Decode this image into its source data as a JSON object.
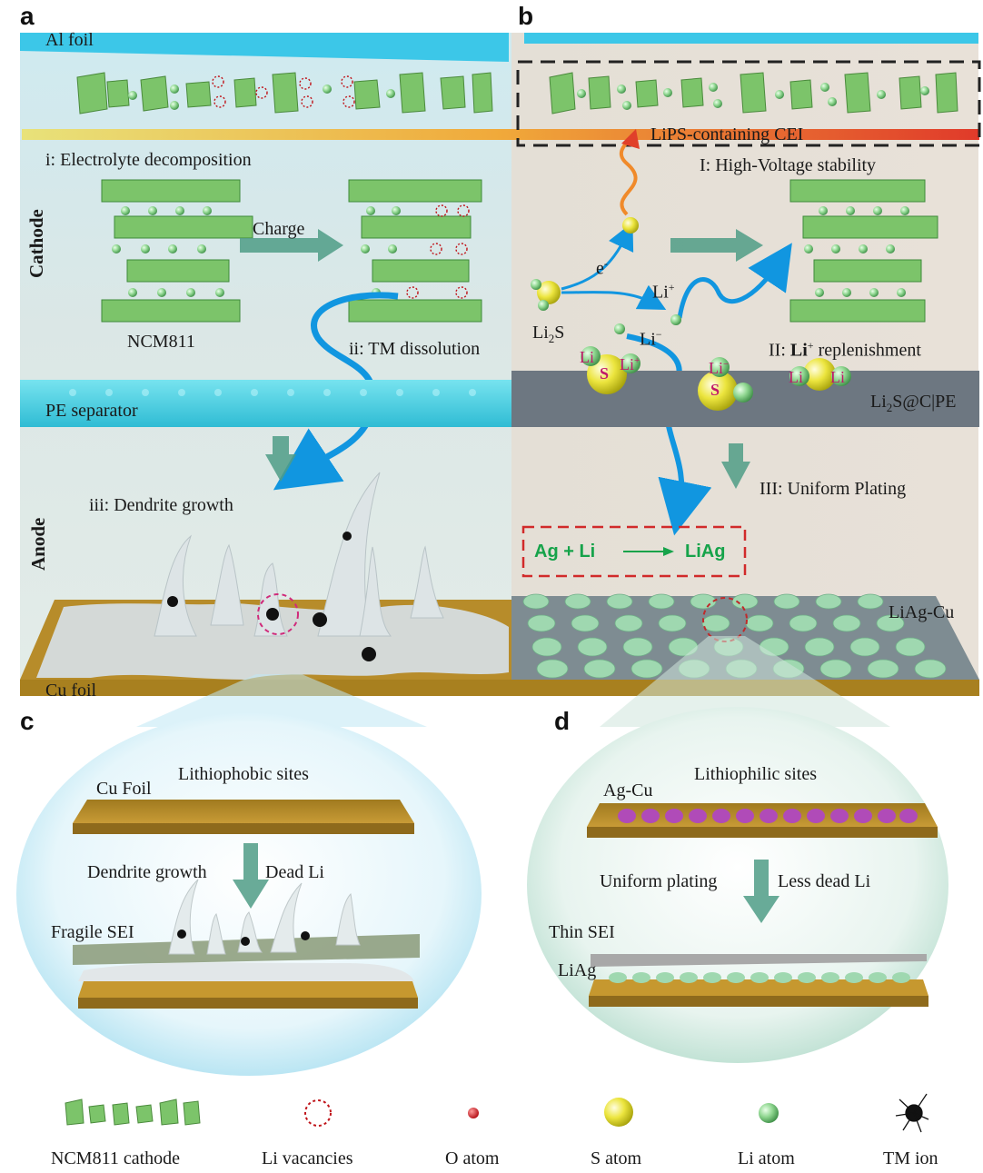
{
  "panels": {
    "a": "a",
    "b": "b",
    "c": "c",
    "d": "d"
  },
  "side_labels": {
    "cathode": "Cathode",
    "anode": "Anode"
  },
  "top": {
    "al_foil": "Al foil",
    "cei": "LiPS-containing CEI",
    "electrolyte_decomposition": "i: Electrolyte decomposition",
    "high_voltage": "I: High-Voltage stability"
  },
  "cathode_area": {
    "charge": "Charge",
    "ncm811": "NCM811",
    "tm_dissolution": "ii: TM dissolution",
    "li2s_main": "Li",
    "li2s_sub": "2",
    "li2s_tail": "S",
    "electron_main": "e",
    "electron_sup": "-",
    "li_plus_main": "Li",
    "li_plus_sup": "+",
    "li_minus_main": "Li",
    "li_minus_sup": "−",
    "replenishment_prefix": "II: ",
    "replenishment_bold": "Li",
    "replenishment_sup": "+",
    "replenishment_suffix": " replenishment"
  },
  "separator": {
    "pe": "PE separator",
    "coated_main": "Li",
    "coated_sub": "2",
    "coated_tail": "S@C|PE",
    "cluster_s": "S",
    "cluster_li": "Li",
    "cluster_li_plus": "Li",
    "cluster_plus": "+",
    "cluster_li_minus": "Li",
    "cluster_minus": "−"
  },
  "anode_area": {
    "dendrite": "iii: Dendrite growth",
    "uniform": "III: Uniform Plating",
    "eq_left": "Ag +  Li",
    "eq_right": "LiAg",
    "liag_cu": "LiAg-Cu",
    "cu_foil": "Cu foil"
  },
  "panel_c": {
    "cu_foil": "Cu Foil",
    "sites": "Lithiophobic sites",
    "dendrite": "Dendrite growth",
    "dead_li": "Dead Li",
    "sei": "Fragile SEI"
  },
  "panel_d": {
    "agcu": "Ag-Cu",
    "sites": "Lithiophilic sites",
    "uniform": "Uniform plating",
    "less_dead": "Less dead Li",
    "sei": "Thin SEI",
    "liag": "LiAg"
  },
  "legend": [
    {
      "label": "NCM811 cathode",
      "icon": "ncm811-cathode-icon"
    },
    {
      "label": "Li  vacancies",
      "icon": "li-vacancy-icon"
    },
    {
      "label": "O atom",
      "icon": "o-atom-icon"
    },
    {
      "label": "S atom",
      "icon": "s-atom-icon"
    },
    {
      "label": "Li atom",
      "icon": "li-atom-icon"
    },
    {
      "label": "TM ion",
      "icon": "tm-ion-icon"
    }
  ],
  "colors": {
    "foil_top": "#3cc7e8",
    "cathode_green": "#7cc46a",
    "separator_cyan": "#46d2e6",
    "separator_gray": "#7a8690",
    "cu_gold": "#b08a2a",
    "arrow_blue": "#1196e0",
    "arrow_green": "#4f9c86",
    "eq_green": "#16a34a",
    "dash_red": "#d12a2a",
    "li_ball": "#7fce84",
    "s_ball": "#e8e23a",
    "o_atom": "#d0141c"
  }
}
